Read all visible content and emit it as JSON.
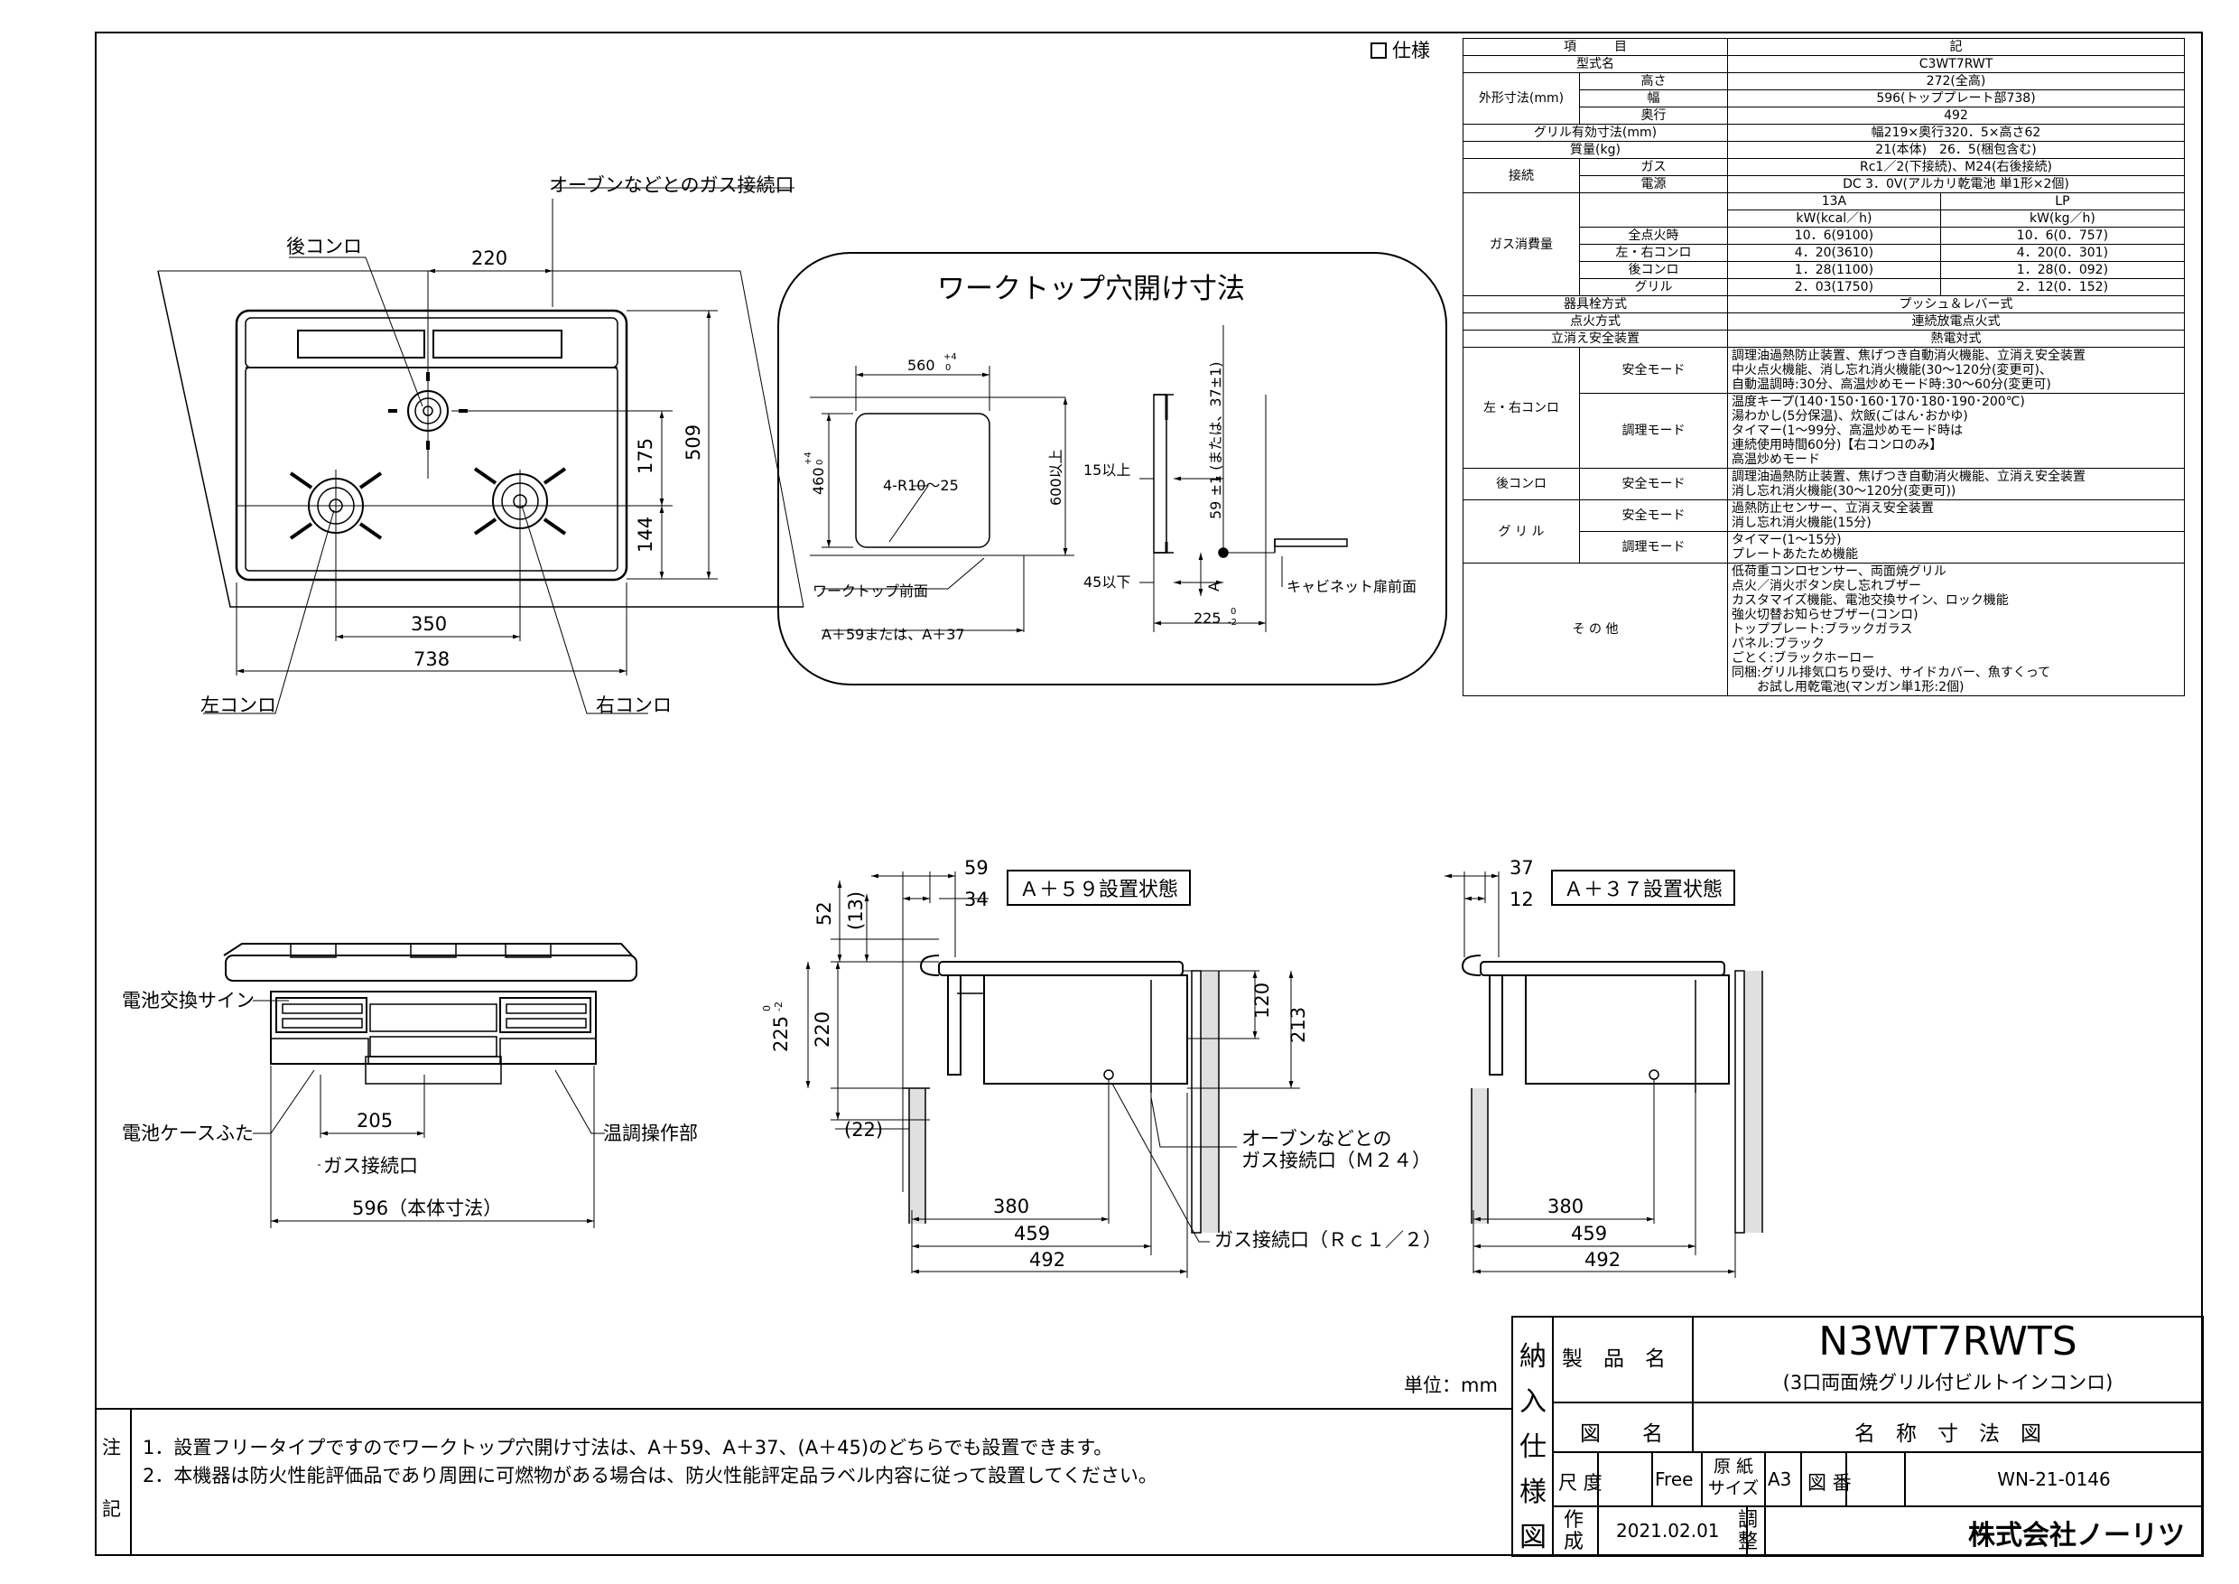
{
  "spec": {
    "heading": "仕様",
    "header": [
      "項　　　目",
      "記"
    ],
    "model_label": "型式名",
    "model_value": "C3WT7RWT",
    "outer_label": "外形寸法(mm)",
    "height_label": "高さ",
    "height_value": "272(全高)",
    "width_label": "幅",
    "width_value": "596(トッププレート部738)",
    "depth_label": "奥行",
    "depth_value": "492",
    "grill_dim_label": "グリル有効寸法(mm)",
    "grill_dim_value": "幅219×奥行320．5×高さ62",
    "mass_label": "質量(kg)",
    "mass_value": "21(本体)　26．5(梱包含む)",
    "conn_label": "接続",
    "gas_label": "ガス",
    "gas_value": "Rc1／2(下接続)、M24(右後接続)",
    "power_label": "電源",
    "power_value": "DC 3．0V(アルカリ乾電池 単1形×2個)",
    "consumption_label": "ガス消費量",
    "col_13a": "13A",
    "col_lp": "LP",
    "unit_13a": "kW(kcal／h)",
    "unit_lp": "kW(kg／h)",
    "rows": [
      {
        "label": "全点火時",
        "a": "10．6(9100)",
        "lp": "10．6(0．757)"
      },
      {
        "label": "左・右コンロ",
        "a": "4．20(3610)",
        "lp": "4．20(0．301)"
      },
      {
        "label": "後コンロ",
        "a": "1．28(1100)",
        "lp": "1．28(0．092)"
      },
      {
        "label": "グリル",
        "a": "2．03(1750)",
        "lp": "2．12(0．152)"
      }
    ],
    "valve_label": "器具栓方式",
    "valve_value": "プッシュ＆レバー式",
    "ignition_label": "点火方式",
    "ignition_value": "連続放電点火式",
    "flameout_label": "立消え安全装置",
    "flameout_value": "熱電対式",
    "lr_label": "左・右コンロ",
    "back_label": "後コンロ",
    "grill_label": "グ リ ル",
    "safe_mode": "安全モード",
    "adjust_mode": "調理モード",
    "lr_safe": [
      "調理油過熱防止装置、焦げつき自動消火機能、立消え安全装置",
      "中火点火機能、消し忘れ消火機能(30～120分(変更可)、",
      "自動温調時:30分、高温炒めモード時:30～60分(変更可)"
    ],
    "lr_adjust": [
      "温度キープ(140･150･160･170･180･190･200℃)",
      "湯わかし(5分保温)、炊飯(ごはん･おかゆ)",
      "タイマー(1～99分、高温炒めモード時は",
      "連続使用時間60分)【右コンロのみ】",
      "高温炒めモード"
    ],
    "back_safe": [
      "調理油過熱防止装置、焦げつき自動消火機能、立消え安全装置",
      "消し忘れ消火機能(30～120分(変更可))"
    ],
    "grill_safe": [
      "過熱防止センサー、立消え安全装置",
      "消し忘れ消火機能(15分)"
    ],
    "grill_adjust": [
      "タイマー(1～15分)",
      "プレートあたため機能"
    ],
    "other_label": "そ の 他",
    "other": [
      "低荷重コンロセンサー、両面焼グリル",
      "点火／消火ボタン戻し忘れブザー",
      "カスタマイズ機能、電池交換サイン、ロック機能",
      "強火切替お知らせブザー(コンロ)",
      "トッププレート:ブラックガラス",
      "パネル:ブラック",
      "ごとく:ブラックホーロー",
      "同梱:グリル排気口ちり受け、サイドカバー、魚すくって",
      "　　お試し用乾電池(マンガン単1形:2個)"
    ]
  },
  "top_view": {
    "gas_connect_label": "オーブンなどとのガス接続口",
    "back_burner": "後コンロ",
    "left_burner": "左コンロ",
    "right_burner": "右コンロ",
    "dims": {
      "d220": "220",
      "d175": "175",
      "d509": "509",
      "d144": "144",
      "d350": "350",
      "d738": "738"
    }
  },
  "worktop": {
    "title": "ワークトップ穴開け寸法",
    "w560": "560",
    "w560_tol_top": "+4",
    "w560_tol_bot": "0",
    "h460": "460",
    "h460_tol_top": "+4",
    "h460_tol_bot": "0",
    "radius": "4-R10～25",
    "h600": "600以上",
    "front_label": "ワークトップ前面",
    "offset_label": "A＋59または、A＋37",
    "d15": "15以上",
    "d45": "45以下",
    "d59": "59 ±1 (または、37±1)",
    "dA": "A",
    "d225": "225",
    "d225_tol_top": "0",
    "d225_tol_bot": "-2",
    "cabinet_label": "キャビネット扉前面"
  },
  "front_view": {
    "battery_sign": "電池交換サイン",
    "battery_cover": "電池ケースふた",
    "temp_control": "温調操作部",
    "d205": "205",
    "gas_connect": "ガス接続口",
    "d596": "596（本体寸法）"
  },
  "side_a59": {
    "title": "Ａ＋５９設置状態",
    "d59": "59",
    "d34": "34",
    "d52": "52",
    "d13": "(13)",
    "d225": "225",
    "d225_tol_top": "0",
    "d225_tol_bot": "-2",
    "d220": "220",
    "d22": "(22)",
    "d120": "120",
    "d213": "213",
    "m24_label1": "オーブンなどとの",
    "m24_label2": "ガス接続口（Ｍ２４）",
    "rc_label": "ガス接続口（Ｒｃ１／２）",
    "d380": "380",
    "d459": "459",
    "d492": "492"
  },
  "side_a37": {
    "title": "Ａ＋３７設置状態",
    "d37": "37",
    "d12": "12",
    "d380": "380",
    "d459": "459",
    "d492": "492"
  },
  "unit": "単位：mm",
  "notes": {
    "label_top": "注",
    "label_bot": "記",
    "lines": [
      "1．設置フリータイプですのでワークトップ穴開け寸法は、A＋59、A＋37、(A＋45)のどちらでも設置できます。",
      "2．本機器は防火性能評価品であり周囲に可燃物がある場合は、防火性能評定品ラベル内容に従って設置してください。"
    ]
  },
  "title_block": {
    "side_label": "納入仕様図",
    "product_label": "製　品　名",
    "product_code": "N3WT7RWTS",
    "product_desc": "(3口両面焼グリル付ビルトインコンロ)",
    "drawing_label": "図　　名",
    "drawing_name": "名　称　寸　法　図",
    "scale_label": "尺 度",
    "scale_value": "Free",
    "paper_label": "原 紙 サイズ",
    "paper_value": "A3",
    "number_label": "図 番",
    "number_value": "WN-21-0146",
    "made_label": "作成",
    "made_value": "2021.02.01",
    "adjust_label": "調整",
    "company": "株式会社ノーリツ"
  }
}
